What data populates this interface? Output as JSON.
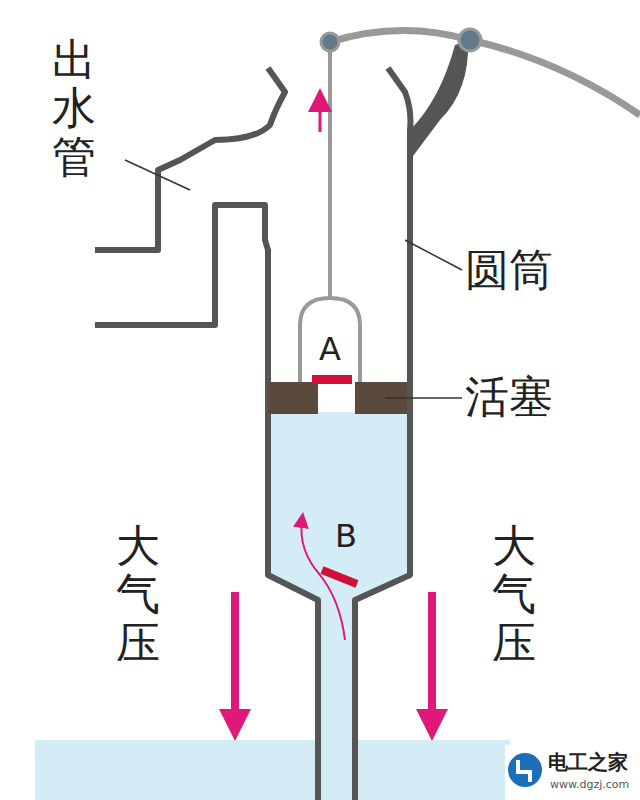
{
  "diagram": {
    "labels": [
      "出水管",
      "A",
      "圆筒",
      "活塞",
      "B",
      "大气压",
      "大气压",
      "电工之家",
      "www.dgzj.com"
    ]
  }
}
